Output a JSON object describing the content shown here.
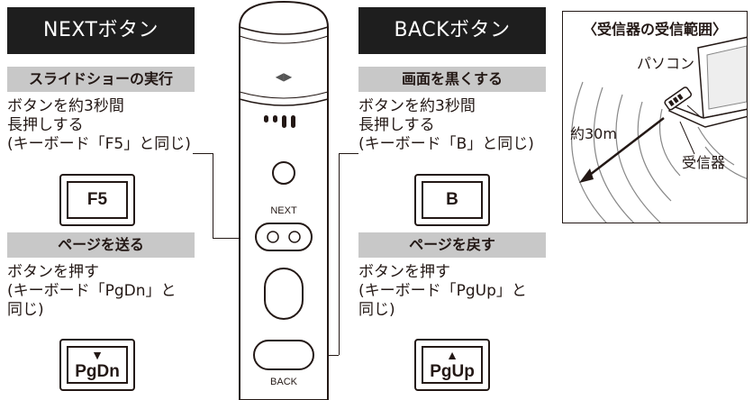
{
  "next_panel": {
    "title": "NEXTボタン",
    "sections": [
      {
        "heading": "スライドショーの実行",
        "desc": "ボタンを約3秒間\n長押しする\n(キーボード「F5」と同じ)",
        "key_label": "F5",
        "key_arrow": ""
      },
      {
        "heading": "ページを送る",
        "desc": "ボタンを押す\n(キーボード「PgDn」と\n同じ)",
        "key_label": "PgDn",
        "key_arrow": "▼"
      }
    ]
  },
  "back_panel": {
    "title": "BACKボタン",
    "sections": [
      {
        "heading": "画面を黒くする",
        "desc": "ボタンを約3秒間\n長押しする\n(キーボード「B」と同じ)",
        "key_label": "B",
        "key_arrow": ""
      },
      {
        "heading": "ページを戻す",
        "desc": "ボタンを押す\n(キーボード「PgUp」と\n同じ)",
        "key_label": "PgUp",
        "key_arrow": "▲"
      }
    ]
  },
  "remote": {
    "next_label": "NEXT",
    "back_label": "BACK",
    "laser_icon": "◀▶"
  },
  "receiver": {
    "title": "〈受信器の受信範囲〉",
    "pc_label": "パソコン",
    "distance_label": "約30m",
    "receiver_label": "受信器"
  }
}
